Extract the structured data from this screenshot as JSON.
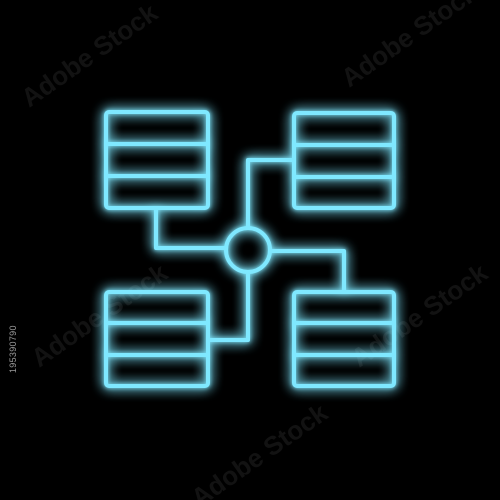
{
  "watermark": {
    "brand": "Adobe Stock"
  },
  "stock_id": "195390790",
  "icon": {
    "name": "database-network-icon",
    "color": "#7FE8FF",
    "glow_color": "#1FB8FF",
    "servers": 4,
    "rows_per_server": 3
  },
  "background_color": "#000000"
}
